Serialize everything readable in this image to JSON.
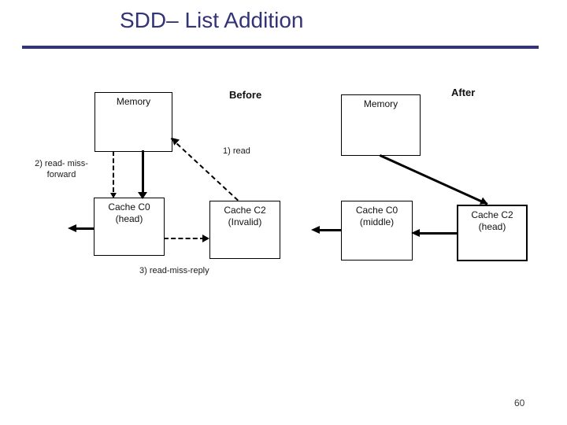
{
  "slide": {
    "title": "SDD– List Addition",
    "page_number": "60"
  },
  "colors": {
    "accent": "#333377",
    "diagram_line": "#000000"
  },
  "before": {
    "section_label": "Before",
    "memory_box": "Memory",
    "cache_c0_box": {
      "line1": "Cache C0",
      "line2": "(head)"
    },
    "cache_c2_box": {
      "line1": "Cache C2",
      "line2": "(Invalid)"
    },
    "annotation_read": "1) read",
    "annotation_read_miss_forward_line1": "2) read- miss-",
    "annotation_read_miss_forward_line2": "forward",
    "annotation_read_miss_reply": "3) read-miss-reply"
  },
  "after": {
    "section_label": "After",
    "memory_box": "Memory",
    "cache_c0_box": {
      "line1": "Cache C0",
      "line2": "(middle)"
    },
    "cache_c2_box": {
      "line1": "Cache C2",
      "line2": "(head)"
    }
  }
}
